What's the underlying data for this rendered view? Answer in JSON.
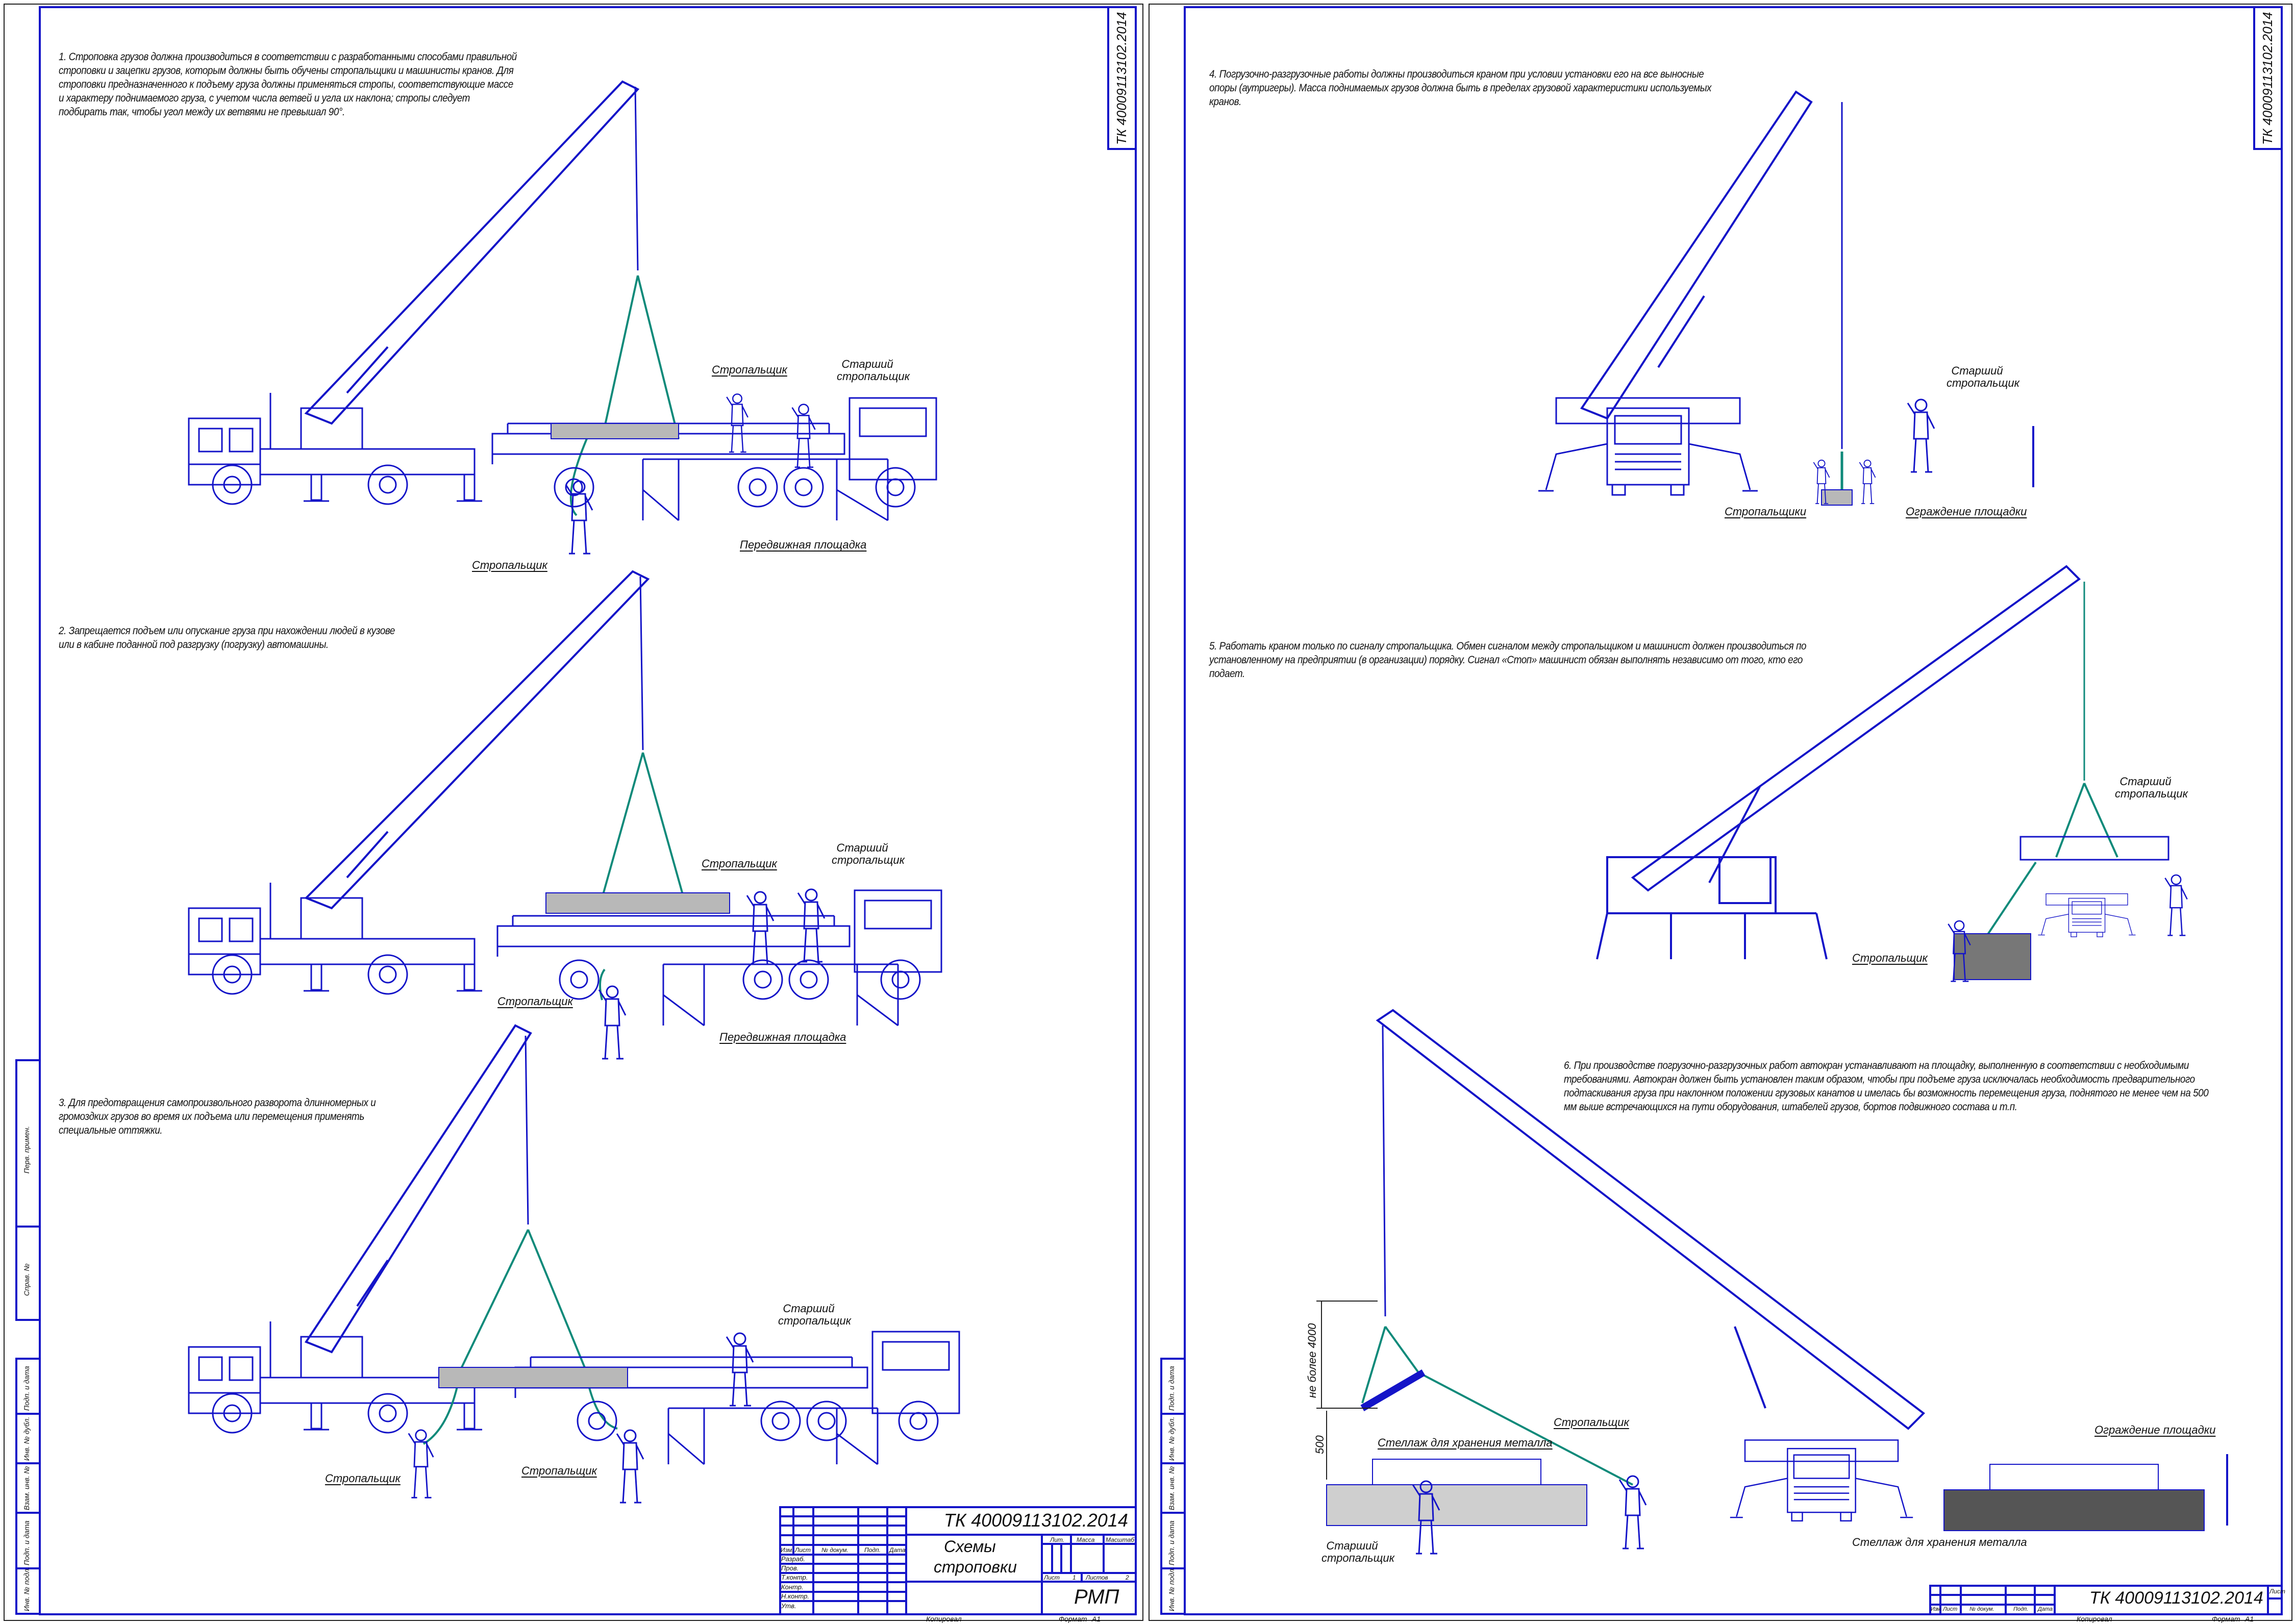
{
  "colors": {
    "line": "#1414c8",
    "sling": "#0f8a7a",
    "load": "#b8b8b8",
    "stack": "#555555"
  },
  "sheet1": {
    "code_vertical": "ТК 40009113102.2014",
    "notes": [
      "1. Строповка грузов должна производиться в соответствии с разработанными способами правильной строповки и зацепки грузов, которым должны быть обучены стропальщики и машинисты кранов. Для строповки предназначенного к подъему груза должны применяться стропы, соответствующие массе и характеру поднимаемого груза, с учетом числа ветвей и угла их наклона; стропы следует подбирать так, чтобы угол между их ветвями не превышал 90°.",
      "2. Запрещается подъем или опускание груза при нахождении людей в кузове или в кабине поданной под разгрузку (погрузку) автомашины.",
      "3. Для предотвращения самопроизвольного разворота длинномерных и громоздких грузов во время их подъема или перемещения применять специальные оттяжки."
    ],
    "labels": {
      "slinger": "Стропальщик",
      "senior_slinger": "Старший стропальщик",
      "mobile_platform": "Передвижная площадка"
    },
    "side_stamp": [
      "Перв. примен.",
      "Справ. №",
      "Подп. и дата",
      "Инв. № дубл.",
      "Взам. инв. №",
      "Подп. и дата",
      "Инв. № подл."
    ],
    "title_block": {
      "code": "ТК 40009113102.2014",
      "title_line1": "Схемы",
      "title_line2": "строповки",
      "headers": {
        "izm": "Изм.",
        "list": "Лист",
        "doc": "№ докум.",
        "podp": "Подп.",
        "date": "Дата"
      },
      "roles": [
        "Разраб.",
        "Пров.",
        "Т.контр.",
        "Контр.",
        "Н.контр.",
        "Утв."
      ],
      "lit": "Лит.",
      "massa": "Масса",
      "scale": "Масштаб",
      "sheet_label": "Лист",
      "sheet_num": "1",
      "sheets_label": "Листов",
      "sheets_num": "2",
      "org": "РМП",
      "copied": "Копировал",
      "format_label": "Формат",
      "format": "А1"
    }
  },
  "sheet2": {
    "code_vertical": "ТК 40009113102.2014",
    "notes": [
      "4. Погрузочно-разгрузочные работы должны производиться краном при условии установки его на все выносные опоры (аутригеры). Масса поднимаемых грузов должна быть в пределах грузовой характеристики используемых кранов.",
      "5. Работать краном только по сигналу стропальщика. Обмен сигналом между стропальщиком и машинист должен производиться по установленному на предприятии (в организации) порядку. Сигнал «Стоп» машинист обязан выполнять независимо от того, кто его подает.",
      "6. При производстве погрузочно-разгрузочных работ автокран устанавливают на площадку, выполненную в соответствии с необходимыми требованиями. Автокран должен быть установлен таким образом, чтобы при подъеме груза исключалась необходимость предварительного подтаскивания груза при наклонном положении грузовых канатов и имелась бы возможность перемещения груза, поднятого не менее чем на 500 мм выше встречающихся на пути оборудования, штабелей грузов, бортов подвижного состава и т.п."
    ],
    "labels": {
      "senior_slinger": "Старший стропальщик",
      "slingers": "Стропальщики",
      "fence": "Ограждение площадки",
      "slinger": "Стропальщик",
      "rack": "Стеллаж для хранения металла",
      "dim_4000": "не более 4000",
      "dim_500": "500"
    },
    "side_stamp": [
      "Подп. и дата",
      "Инв. № дубл.",
      "Взам. инв. №",
      "Подп. и дата",
      "Инв. № подл."
    ],
    "title_block": {
      "code": "ТК 40009113102.2014",
      "headers": {
        "izm": "Изм.",
        "list": "Лист",
        "doc": "№ докум.",
        "podp": "Подп.",
        "date": "Дата"
      },
      "sheet_label": "Лист",
      "copied": "Копировал",
      "format_label": "Формат",
      "format": "А1"
    }
  }
}
